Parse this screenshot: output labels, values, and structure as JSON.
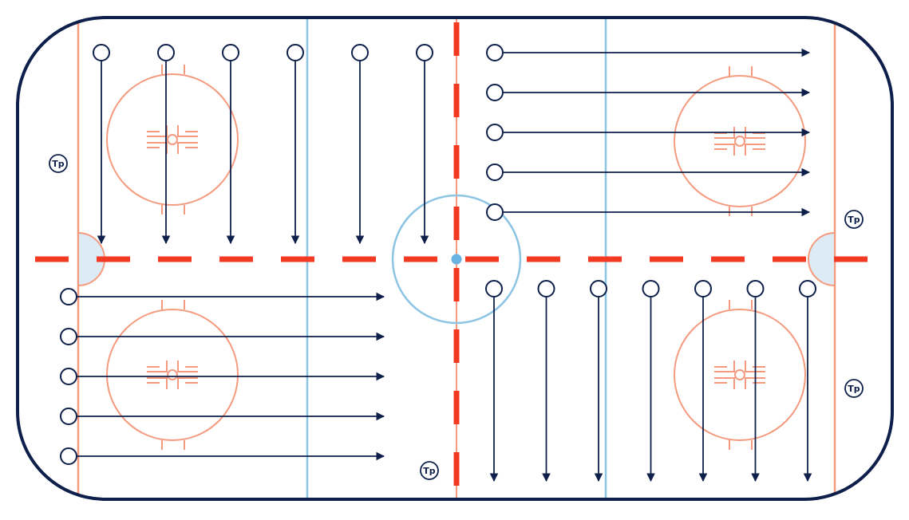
{
  "colors": {
    "boards": "#0d1f4a",
    "red_line": "#f23a22",
    "thin_red": "#f59a7e",
    "blue_line": "#8cc4e4",
    "faceoff": "#f59a7e",
    "center_circle": "#8cc4e4",
    "center_dot": "#6ab2e0",
    "crease_fill": "#dcebf6",
    "player": "#0d1f4a",
    "arrow": "#0d1f4a"
  },
  "coach_markers": [
    {
      "label": "Tp"
    },
    {
      "label": "Tp"
    },
    {
      "label": "Tp"
    },
    {
      "label": "Tp"
    }
  ],
  "drill_groups": [
    {
      "zone": "top-left",
      "direction": "down",
      "player_count": 6
    },
    {
      "zone": "top-right",
      "direction": "right",
      "player_count": 5
    },
    {
      "zone": "bottom-left",
      "direction": "right",
      "player_count": 5
    },
    {
      "zone": "bottom-right",
      "direction": "down",
      "player_count": 7
    }
  ]
}
